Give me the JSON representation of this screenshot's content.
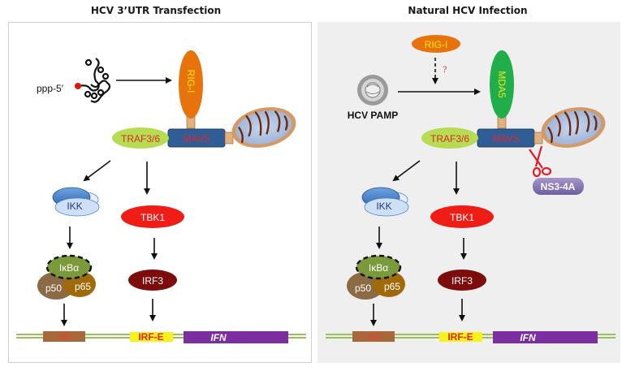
{
  "panels": [
    {
      "title": "HCV 3’UTR Transfection",
      "ligand_label": "ppp-5′",
      "sensor_label": "RIG-I",
      "adaptor_label": "MAVS",
      "traf_label": "TRAF3/6",
      "ikk_label": "IKK",
      "tbk1_label": "TBK1",
      "ikba_label": "IκBα",
      "p50_label": "p50",
      "p65_label": "p65",
      "irf3_label": "IRF3",
      "kb_label": "κB",
      "irfe_label": "IRF-E",
      "ifn_label": "IFN"
    },
    {
      "title": "Natural HCV Infection",
      "ligand_label": "HCV PAMP",
      "upstream_label": "RIG-I",
      "question_mark": "?",
      "sensor_label": "MDA5",
      "adaptor_label": "MAVS",
      "traf_label": "TRAF3/6",
      "protease_label": "NS3-4A",
      "ikk_label": "IKK",
      "tbk1_label": "TBK1",
      "ikba_label": "IκBα",
      "p50_label": "p50",
      "p65_label": "p65",
      "irf3_label": "IRF3",
      "kb_label": "κB",
      "irfe_label": "IRF-E",
      "ifn_label": "IFN"
    }
  ],
  "colors": {
    "rig_i": "#e8730c",
    "mda5": "#1fae4a",
    "sensor_text": "#f5e61a",
    "mavs": "#2f5d96",
    "mavs_text": "#e0262b",
    "traf": "#b6dc52",
    "traf_text": "#e0262b",
    "tbk1": "#f01c16",
    "irf3": "#7d0d0d",
    "ikk": "#4d86cc",
    "ikk_light": "#cfe0f6",
    "ikba": "#7a9a3c",
    "p50": "#8b6a44",
    "p65": "#a0690a",
    "kb_box": "#a8683a",
    "irfe_box": "#f6f21a",
    "ifn_box": "#7a2ea0",
    "dna": "#9cbf5a",
    "ns3": "#8b79b4",
    "scissors": "#e31b23",
    "panel2_bg": "#efefef"
  }
}
